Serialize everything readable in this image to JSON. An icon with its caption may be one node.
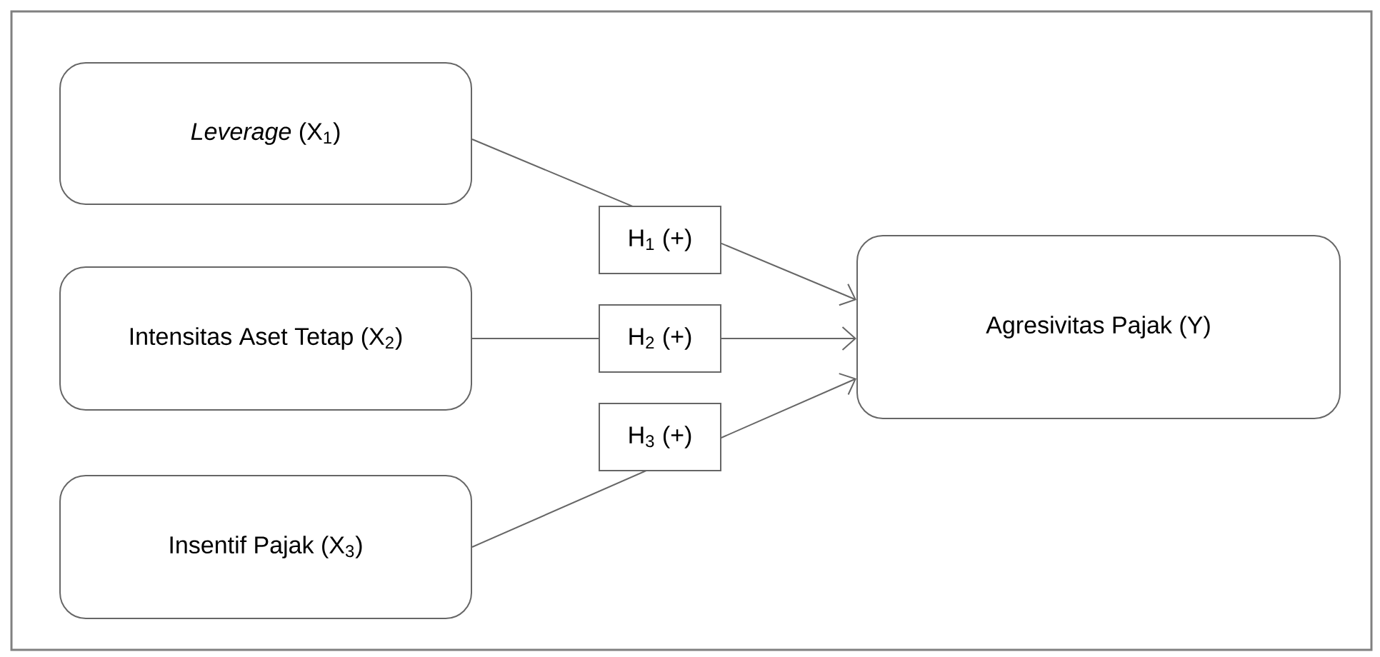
{
  "diagram": {
    "nodes": [
      {
        "text": [
          "*Leverage* (X$_{1}$)"
        ]
      },
      {
        "text": [
          "Intensitas Aset Tetap (X$_{2}$)"
        ]
      },
      {
        "text": [
          "Insentif Pajak (X$_{3}$)"
        ]
      },
      {
        "text": [
          "Agresivitas Pajak (Y)"
        ]
      }
    ],
    "edges": [
      {
        "from": 0,
        "to": 3,
        "arrow": "to",
        "label": "H$_{1}$ (+)"
      },
      {
        "from": 1,
        "to": 3,
        "arrow": "to",
        "label": "H$_{2}$ (+)"
      },
      {
        "from": 2,
        "to": 3,
        "arrow": "to",
        "label": "H$_{3}$ (+)"
      }
    ]
  }
}
